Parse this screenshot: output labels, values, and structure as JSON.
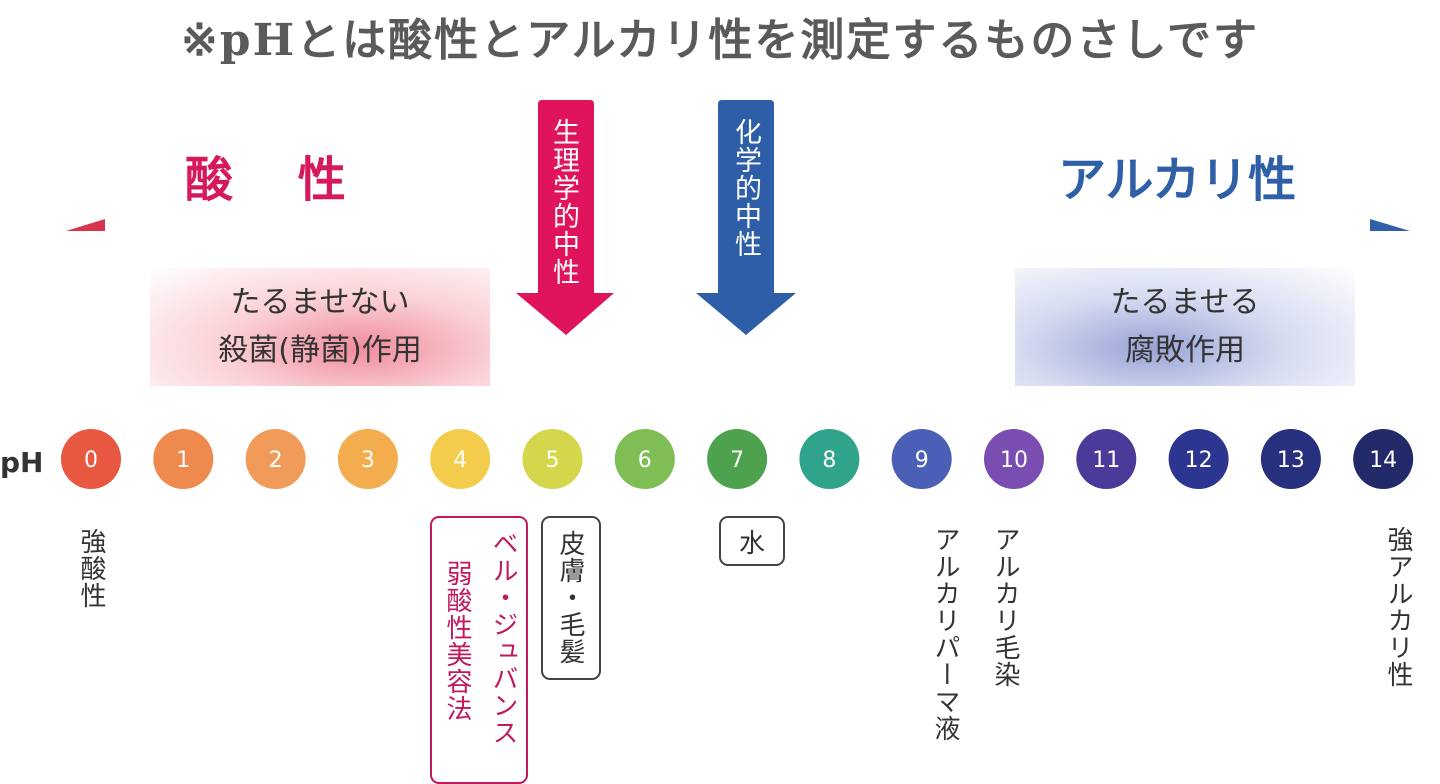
{
  "title": "※pHとは酸性とアルカリ性を測定するものさしです",
  "acid_label": "酸 性",
  "alkaline_label": "アルカリ性",
  "physiological_neutral": "生理学的中性",
  "chemical_neutral": "化学的中性",
  "acid_effect": {
    "line1": "たるませない",
    "line2": "殺菌(静菌)作用"
  },
  "alkaline_effect": {
    "line1": "たるませる",
    "line2": "腐敗作用"
  },
  "ph_label": "pH",
  "scale": [
    {
      "value": "0",
      "color": "#e8573f"
    },
    {
      "value": "1",
      "color": "#ee8a4d"
    },
    {
      "value": "2",
      "color": "#f09b59"
    },
    {
      "value": "3",
      "color": "#f3ad4e"
    },
    {
      "value": "4",
      "color": "#f2cc4a"
    },
    {
      "value": "5",
      "color": "#d4d64c"
    },
    {
      "value": "6",
      "color": "#7fbd55"
    },
    {
      "value": "7",
      "color": "#4ea24d"
    },
    {
      "value": "8",
      "color": "#2fa48a"
    },
    {
      "value": "9",
      "color": "#4a5fb5"
    },
    {
      "value": "10",
      "color": "#7a4db0"
    },
    {
      "value": "11",
      "color": "#4c3a9a"
    },
    {
      "value": "12",
      "color": "#2c3690"
    },
    {
      "value": "13",
      "color": "#27307c"
    },
    {
      "value": "14",
      "color": "#222a6a"
    }
  ],
  "annotations": {
    "strong_acid": "強酸性",
    "bel_juvence_1": "ベル・ジュバンス",
    "bel_juvence_2": "弱酸性美容法",
    "skin_hair": "皮膚・毛髪",
    "water": "水",
    "alkaline_perm": "アルカリパーマ液",
    "alkaline_dye": "アルカリ毛染",
    "strong_alkaline": "強アルカリ性"
  },
  "colors": {
    "acid": "#d6185d",
    "alkaline": "#2f5fa6",
    "axis_left": "#d8344c",
    "axis_right": "#2f5fa6",
    "bel_juvence": "#c0195d"
  }
}
